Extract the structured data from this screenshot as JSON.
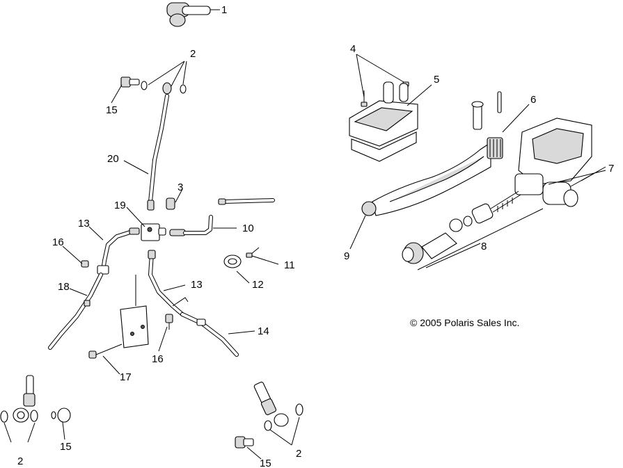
{
  "copyright": "© 2005 Polaris Sales Inc.",
  "callouts": [
    {
      "id": "c1",
      "label": "1"
    },
    {
      "id": "c2a",
      "label": "2"
    },
    {
      "id": "c2b",
      "label": "2"
    },
    {
      "id": "c2c",
      "label": "2"
    },
    {
      "id": "c3",
      "label": "3"
    },
    {
      "id": "c4",
      "label": "4"
    },
    {
      "id": "c5",
      "label": "5"
    },
    {
      "id": "c6",
      "label": "6"
    },
    {
      "id": "c7",
      "label": "7"
    },
    {
      "id": "c8",
      "label": "8"
    },
    {
      "id": "c9",
      "label": "9"
    },
    {
      "id": "c10",
      "label": "10"
    },
    {
      "id": "c11",
      "label": "11"
    },
    {
      "id": "c12",
      "label": "12"
    },
    {
      "id": "c13a",
      "label": "13"
    },
    {
      "id": "c13b",
      "label": "13"
    },
    {
      "id": "c14",
      "label": "14"
    },
    {
      "id": "c15a",
      "label": "15"
    },
    {
      "id": "c15b",
      "label": "15"
    },
    {
      "id": "c15c",
      "label": "15"
    },
    {
      "id": "c16a",
      "label": "16"
    },
    {
      "id": "c16b",
      "label": "16"
    },
    {
      "id": "c17",
      "label": "17"
    },
    {
      "id": "c18",
      "label": "18"
    },
    {
      "id": "c19",
      "label": "19"
    },
    {
      "id": "c20",
      "label": "20"
    }
  ]
}
